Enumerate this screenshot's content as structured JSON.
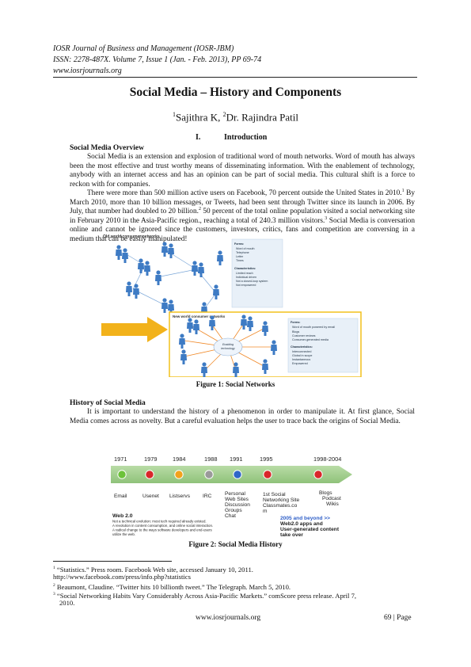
{
  "header": {
    "journal": "IOSR Journal of Business and Management (IOSR-JBM)",
    "issn": "ISSN: 2278-487X. Volume 7, Issue 1 (Jan. - Feb. 2013), PP 69-74",
    "website": "www.iosrjournals.org"
  },
  "title": "Social Media – History and Components",
  "authors": {
    "a1_sup": "1",
    "a1_name": "Sajithra K, ",
    "a2_sup": "2",
    "a2_name": "Dr. Rajindra Patil"
  },
  "section1": {
    "number": "I.",
    "title": "Introduction"
  },
  "overview": {
    "heading": "Social Media Overview",
    "p1": "Social Media is an extension and explosion of traditional word of mouth networks. Word of mouth has always been the most effective and trust worthy means of disseminating information. With the enablement of technology, anybody with an internet access and has an opinion can be part of social media. This cultural shift is a force to reckon with for companies.",
    "p2_a": "There were more than 500 million active users on Facebook, 70 percent outside the United States in 2010.",
    "p2_sup1": "1",
    "p2_b": " By March 2010, more than 10 billion messages, or Tweets, had been sent through Twitter since its launch in 2006. By July, that number had doubled to 20 billion.",
    "p2_sup2": "2",
    "p2_c": " 50 percent of the total online population visited a social networking site in February 2010 in the Asia-Pacific region., reaching a total of 240.3 million visitors.",
    "p2_sup3": "3",
    "p2_d": " Social Media is conversation online and cannot be ignored since the customers, investors, critics, fans and competition are conversing in a medium that can be easily manipulated!"
  },
  "figure1": {
    "old_label": "Old world consumer networks",
    "new_label": "New world consumer networks",
    "hub_label_1": "Enabling",
    "hub_label_2": "technology",
    "old_box": {
      "forms_title": "Forms:",
      "forms": [
        "Word of mouth",
        "Telephone",
        "Letter",
        "Times"
      ],
      "char_title": "Characteristics:",
      "chars": [
        "Limited reach",
        "Individual driven",
        "Not a closed-loop system",
        "Not empowered"
      ]
    },
    "new_box": {
      "forms_title": "Forms:",
      "forms": [
        "Word of mouth powered by email",
        "Blogs",
        "Customer reviews",
        "Consumer-generated media"
      ],
      "char_title": "Characteristics:",
      "chars": [
        "Interconnected",
        "Global in scope",
        "Instantaneous",
        "Empowered"
      ]
    },
    "caption": "Figure 1: Social Networks"
  },
  "history": {
    "heading": "History of Social Media",
    "p1": "It is important to understand the history of a phenomenon in order to manipulate it. At first glance, Social Media comes across as novelty. But a careful evaluation helps the user to trace back the origins of Social Media."
  },
  "figure2": {
    "years": [
      "1971",
      "1979",
      "1984",
      "1988",
      "1991",
      "1995",
      "1998-2004"
    ],
    "dot_colors": [
      "#6cc23a",
      "#d9262a",
      "#f2a21c",
      "#9a9a9a",
      "#2f66c8",
      "#d9262a",
      "#d9262a"
    ],
    "labels": [
      "Email",
      "Usenet",
      "Listservs",
      "IRC"
    ],
    "label_1991": [
      "Personal",
      "Web Sites",
      "Discussion",
      "Groups",
      "Chat"
    ],
    "label_1995": [
      "1st Social",
      "Networking Site",
      "Classmates.co",
      "m"
    ],
    "label_1998": [
      "Blogs",
      "Podcast",
      "Wikis"
    ],
    "web2_title": "Web 2.0",
    "web2_lines": [
      "Not a technical evolution: most tech required already existed.",
      "A revolution in content consumption, and online social interaction.",
      "A radical change to the ways software developers and end-users",
      "utilize the web."
    ],
    "beyond_title": "2005 and beyond >>",
    "beyond_lines": [
      "Web2.0 apps and",
      "User-generated content",
      "take over"
    ],
    "caption": "Figure 2: Social Media History"
  },
  "footnotes": {
    "f1_sup": "1",
    "f1": "“Statistics.” Press room. Facebook Web site, accessed January 10, 2011.",
    "f1b": "http://www.facebook.com/press/info.php?statistics",
    "f2_sup": "2",
    "f2": "Beaumont, Claudine. “Twitter hits 10 billionth tweet.” The Telegraph. March 5, 2010.",
    "f3_sup": "3",
    "f3": "“Social Networking Habits Vary Considerably Across Asia-Pacific Markets.” comScore press release. April 7,",
    "f3b": "2010."
  },
  "footer": {
    "site": "www.iosrjournals.org",
    "page": "69 | Page"
  }
}
